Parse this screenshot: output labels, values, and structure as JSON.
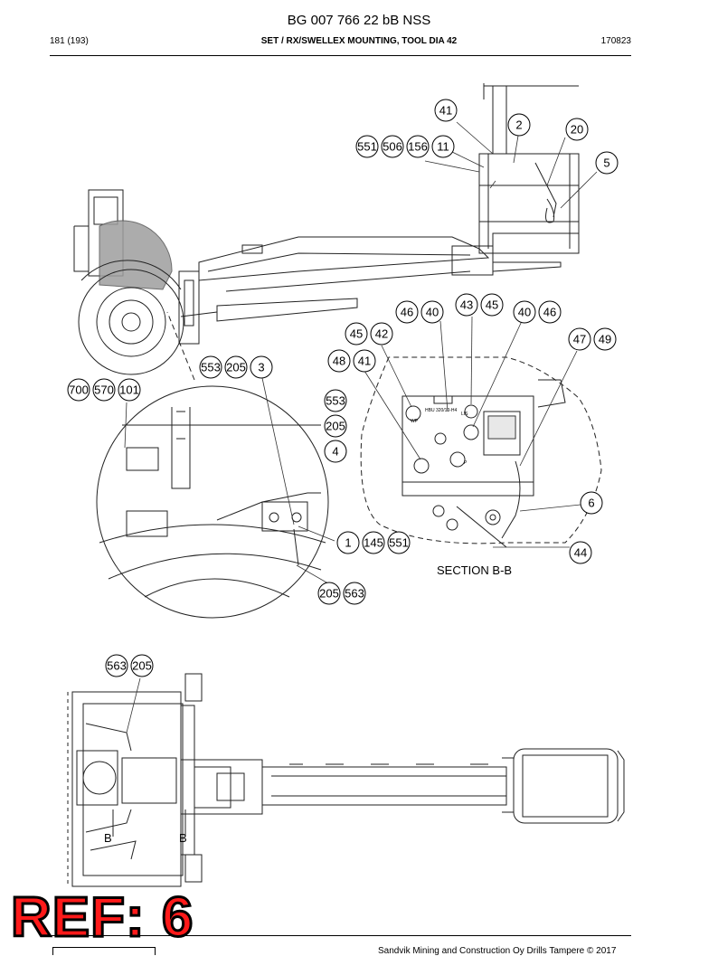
{
  "header": {
    "doc_number": "BG 007 766 22 bB NSS",
    "page": "181 (193)",
    "title": "SET / RX/SWELLEX MOUNTING, TOOL DIA 42",
    "date": "170823"
  },
  "section_label": "SECTION B-B",
  "view_marks": [
    "B",
    "B"
  ],
  "panel_labels": {
    "hmi_title": "HBU 320/10-H4",
    "lis": "LIS",
    "wp": "WP",
    "p": "P"
  },
  "callouts": [
    "41",
    "2",
    "20",
    "551",
    "506",
    "156",
    "11",
    "5",
    "43",
    "45",
    "46",
    "40",
    "40",
    "46",
    "45",
    "42",
    "47",
    "49",
    "48",
    "41",
    "553",
    "205",
    "3",
    "700",
    "570",
    "101",
    "553",
    "205",
    "4",
    "6",
    "1",
    "145",
    "551",
    "44",
    "205",
    "563",
    "563",
    "205"
  ],
  "ref_stamp": "REF: 6",
  "footer": {
    "copyright": "Sandvik Mining and Construction Oy Drills Tampere © 2017"
  }
}
